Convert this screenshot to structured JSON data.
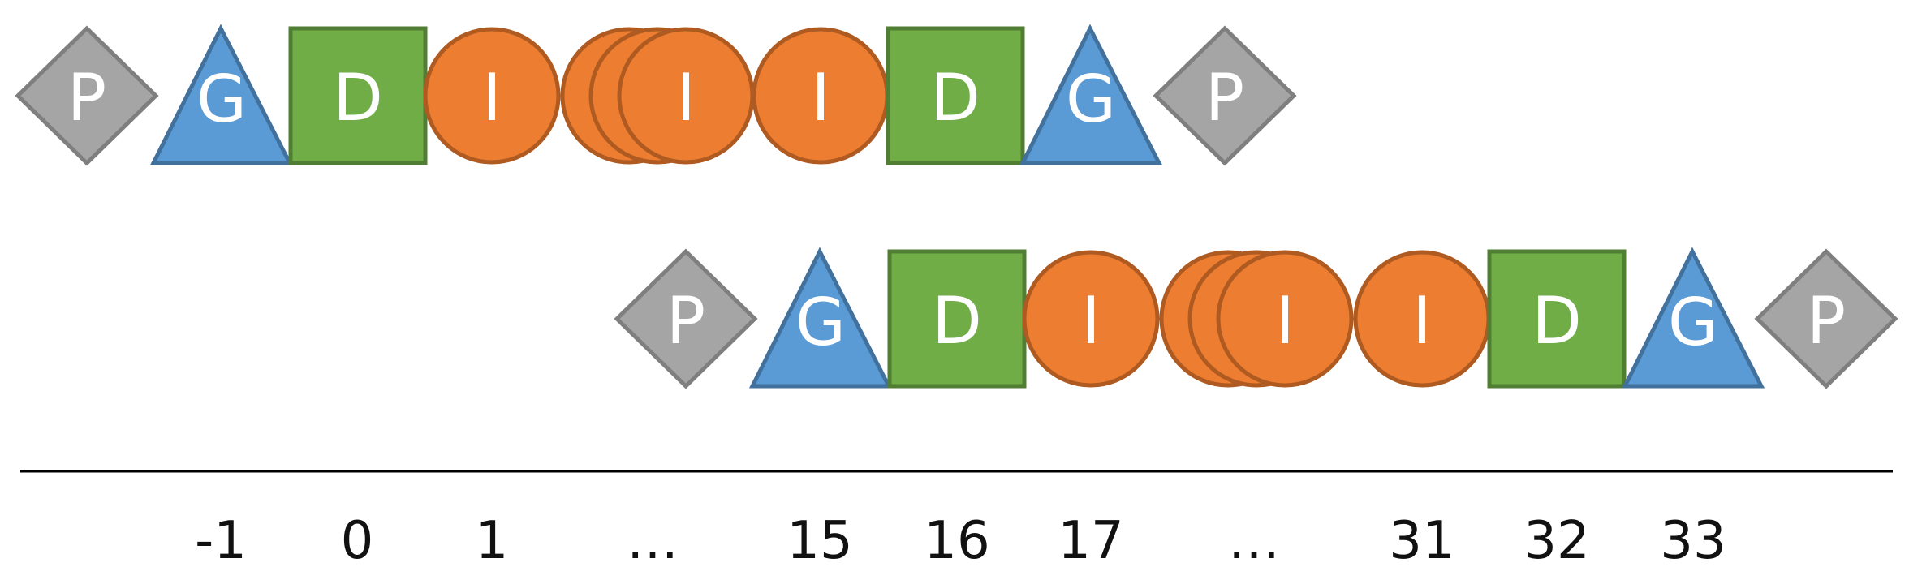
{
  "legend_letters": {
    "pad": "P",
    "guard": "G",
    "delimiter": "D",
    "item": "I"
  },
  "rows": [
    {
      "sequence": [
        "P",
        "G",
        "D",
        "I",
        "I",
        "I",
        "I",
        "I",
        "D",
        "G",
        "P"
      ]
    },
    {
      "sequence": [
        "P",
        "G",
        "D",
        "I",
        "I",
        "I",
        "I",
        "I",
        "D",
        "G",
        "P"
      ]
    }
  ],
  "axis": {
    "labels": [
      "-1",
      "0",
      "1",
      "…",
      "15",
      "16",
      "17",
      "…",
      "31",
      "32",
      "33"
    ]
  },
  "colors": {
    "pad_fill": "#a5a5a5",
    "pad_stroke": "#7f7f7f",
    "guard_fill": "#5b9bd5",
    "guard_stroke": "#41719c",
    "delimiter_fill": "#70ad47",
    "delimiter_stroke": "#507e32",
    "item_fill": "#ed7d31",
    "item_stroke": "#ae5a21",
    "axis_line": "#000000"
  },
  "icons": {
    "pad": "diamond-icon",
    "guard": "triangle-icon",
    "delimiter": "square-icon",
    "item": "circle-icon"
  }
}
